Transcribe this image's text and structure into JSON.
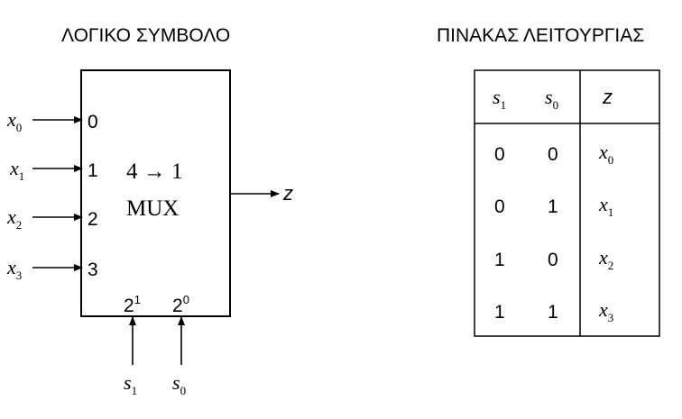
{
  "titles": {
    "logic_symbol": "ΛΟΓΙΚΟ ΣΥΜΒΟΛΟ",
    "function_table": "ΠΙΝΑΚΑΣ ΛΕΙΤΟΥΡΓΙΑΣ"
  },
  "mux": {
    "label_line1": "4 → 1",
    "label_line2": "MUX",
    "inputs": [
      {
        "var": "x",
        "sub": "0",
        "pin": "0"
      },
      {
        "var": "x",
        "sub": "1",
        "pin": "1"
      },
      {
        "var": "x",
        "sub": "2",
        "pin": "2"
      },
      {
        "var": "x",
        "sub": "3",
        "pin": "3"
      }
    ],
    "select_pins": [
      {
        "base": "2",
        "exp": "1",
        "var": "s",
        "sub": "1"
      },
      {
        "base": "2",
        "exp": "0",
        "var": "s",
        "sub": "0"
      }
    ],
    "output": "z"
  },
  "table": {
    "headers": [
      {
        "var": "s",
        "sub": "1"
      },
      {
        "var": "s",
        "sub": "0"
      },
      {
        "var": "z",
        "sub": ""
      }
    ],
    "rows": [
      {
        "s1": "0",
        "s0": "0",
        "z_var": "x",
        "z_sub": "0"
      },
      {
        "s1": "0",
        "s0": "1",
        "z_var": "x",
        "z_sub": "1"
      },
      {
        "s1": "1",
        "s0": "0",
        "z_var": "x",
        "z_sub": "2"
      },
      {
        "s1": "1",
        "s0": "1",
        "z_var": "x",
        "z_sub": "3"
      }
    ]
  }
}
